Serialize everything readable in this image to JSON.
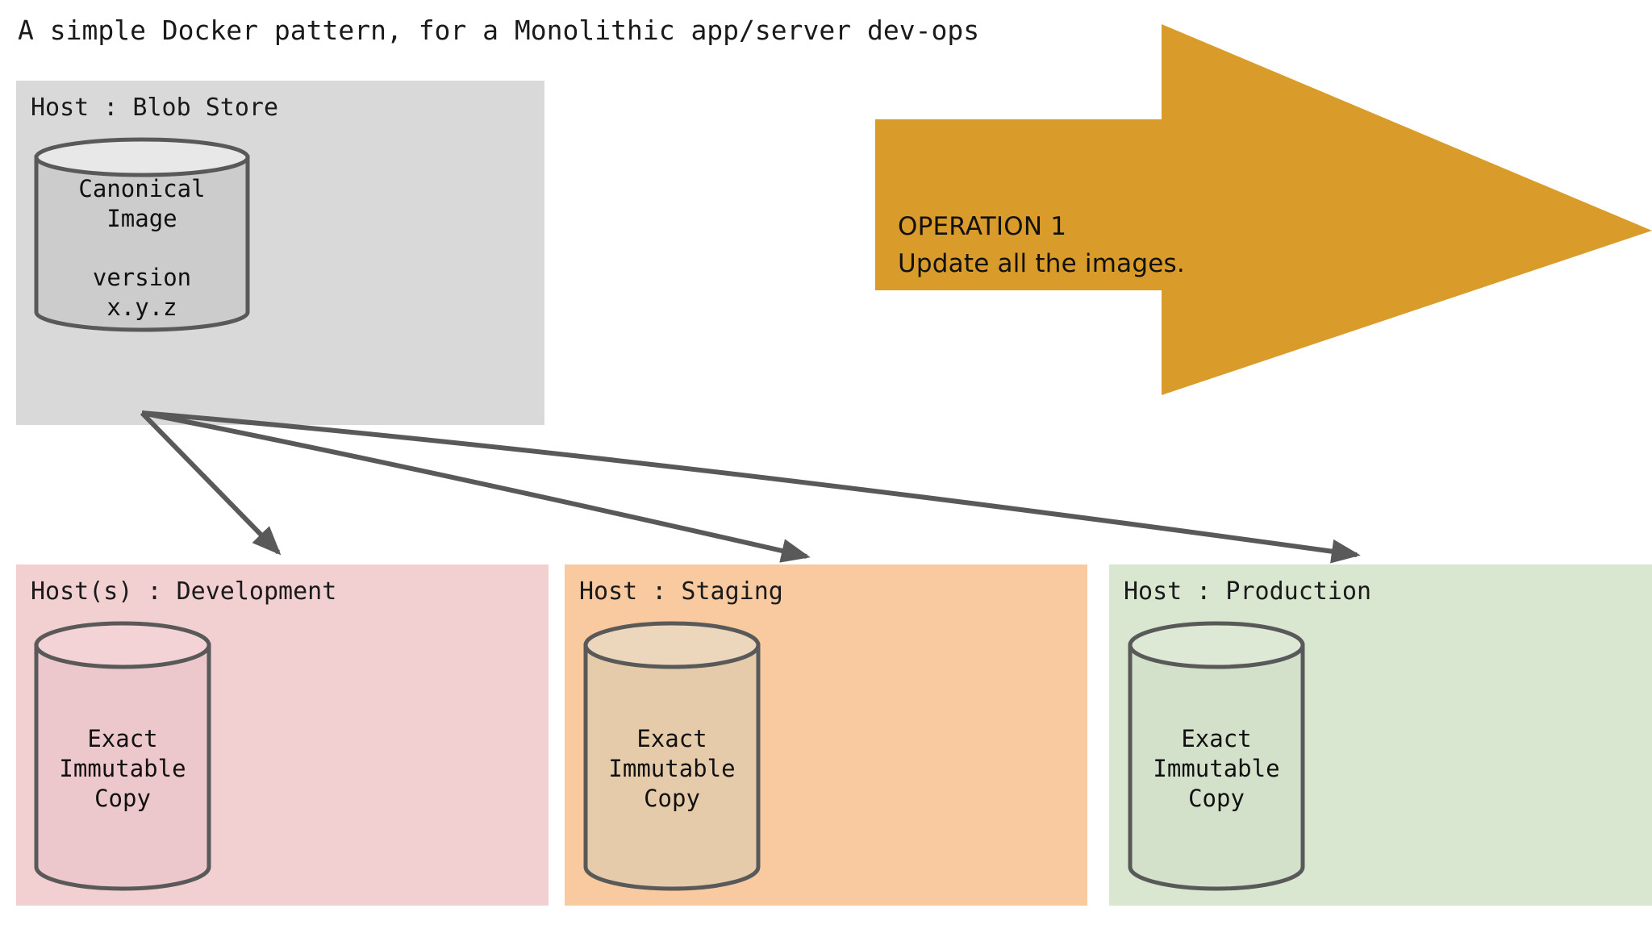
{
  "title": "A simple Docker pattern, for a Monolithic app/server dev-ops",
  "colors": {
    "blob_store_panel": "#d9d9d9",
    "development_panel": "#f2cfd1",
    "staging_panel": "#f9caa0",
    "production_panel": "#d9e7d0",
    "operation_arrow": "#d99b29",
    "connector_stroke": "#595959",
    "cylinder_stroke": "#595959",
    "text": "#111111"
  },
  "panels": {
    "blob_store": {
      "label": "Host : Blob Store",
      "cylinder": {
        "line1": "Canonical",
        "line2": "Image",
        "line3": "version",
        "line4": "x.y.z"
      }
    },
    "development": {
      "label": "Host(s) : Development",
      "cylinder": {
        "line1": "Exact",
        "line2": "Immutable",
        "line3": "Copy"
      }
    },
    "staging": {
      "label": "Host : Staging",
      "cylinder": {
        "line1": "Exact",
        "line2": "Immutable",
        "line3": "Copy"
      }
    },
    "production": {
      "label": "Host : Production",
      "cylinder": {
        "line1": "Exact",
        "line2": "Immutable",
        "line3": "Copy"
      }
    }
  },
  "operation": {
    "heading": "OPERATION 1",
    "description": "Update all the images."
  }
}
